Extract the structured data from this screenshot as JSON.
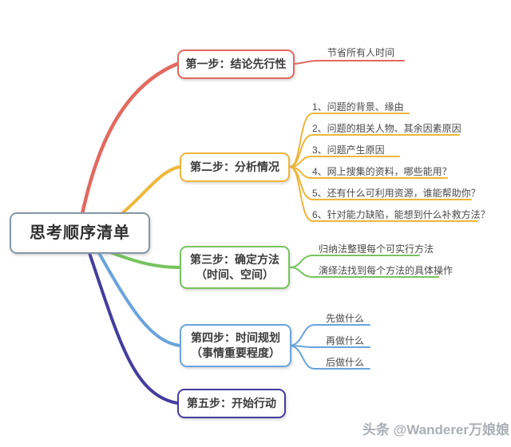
{
  "central": {
    "label": "思考顺序清单"
  },
  "watermark": "头条 @Wanderer万娘娘",
  "colors": {
    "branch1": "#e2695e",
    "branch2": "#efb63b",
    "branch3": "#77c35f",
    "branch4": "#6aa3dc",
    "branch5": "#443d9e",
    "central_border": "#8696a4"
  },
  "branches": [
    {
      "label": "第一步：结论先行性",
      "children": [
        "节省所有人时间"
      ]
    },
    {
      "label": "第二步：分析情况",
      "children": [
        "1、问题的背景、缘由",
        "2、问题的相关人物、其余因素原因",
        "3、问题产生原因",
        "4、网上搜集的资料，哪些能用？",
        "5、还有什么可利用资源，谁能帮助你？",
        "6、针对能力缺陷，能想到什么补救方法？"
      ]
    },
    {
      "label": "第三步：确定方法",
      "sublabel": "（时间、空间）",
      "children": [
        "归纳法整理每个可实行方法",
        "演绎法找到每个方法的具体操作"
      ]
    },
    {
      "label": "第四步：时间规划",
      "sublabel": "（事情重要程度）",
      "children": [
        "先做什么",
        "再做什么",
        "后做什么"
      ]
    },
    {
      "label": "第五步：开始行动",
      "children": []
    }
  ]
}
